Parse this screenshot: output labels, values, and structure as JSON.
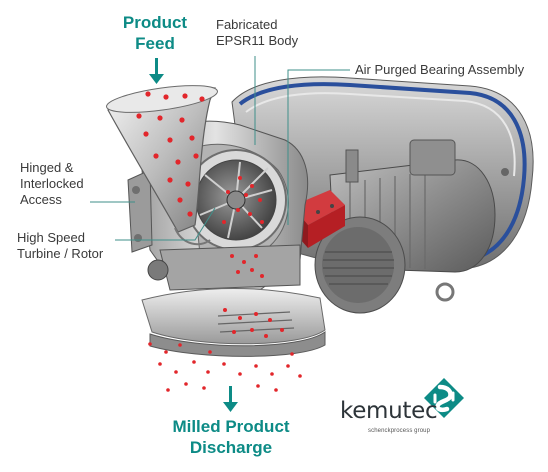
{
  "labels": {
    "product_feed": [
      "Product",
      "Feed"
    ],
    "body": [
      "Fabricated",
      "EPSR11 Body"
    ],
    "bearing": "Air Purged Bearing Assembly",
    "access": [
      "Hinged &",
      "Interlocked",
      "Access"
    ],
    "rotor": [
      "High Speed",
      "Turbine / Rotor"
    ],
    "discharge": [
      "Milled Product",
      "Discharge"
    ]
  },
  "logo": {
    "name": "kemutec",
    "tagline": "schenckprocess group",
    "icon": "kemutec-logo-icon"
  },
  "colors": {
    "accent": "#0d8b86",
    "particle": "#e2262b",
    "leader_line": "#3f8f8a",
    "motor_blue": "#2a4f9c",
    "red_bearing": "#b51f24"
  }
}
